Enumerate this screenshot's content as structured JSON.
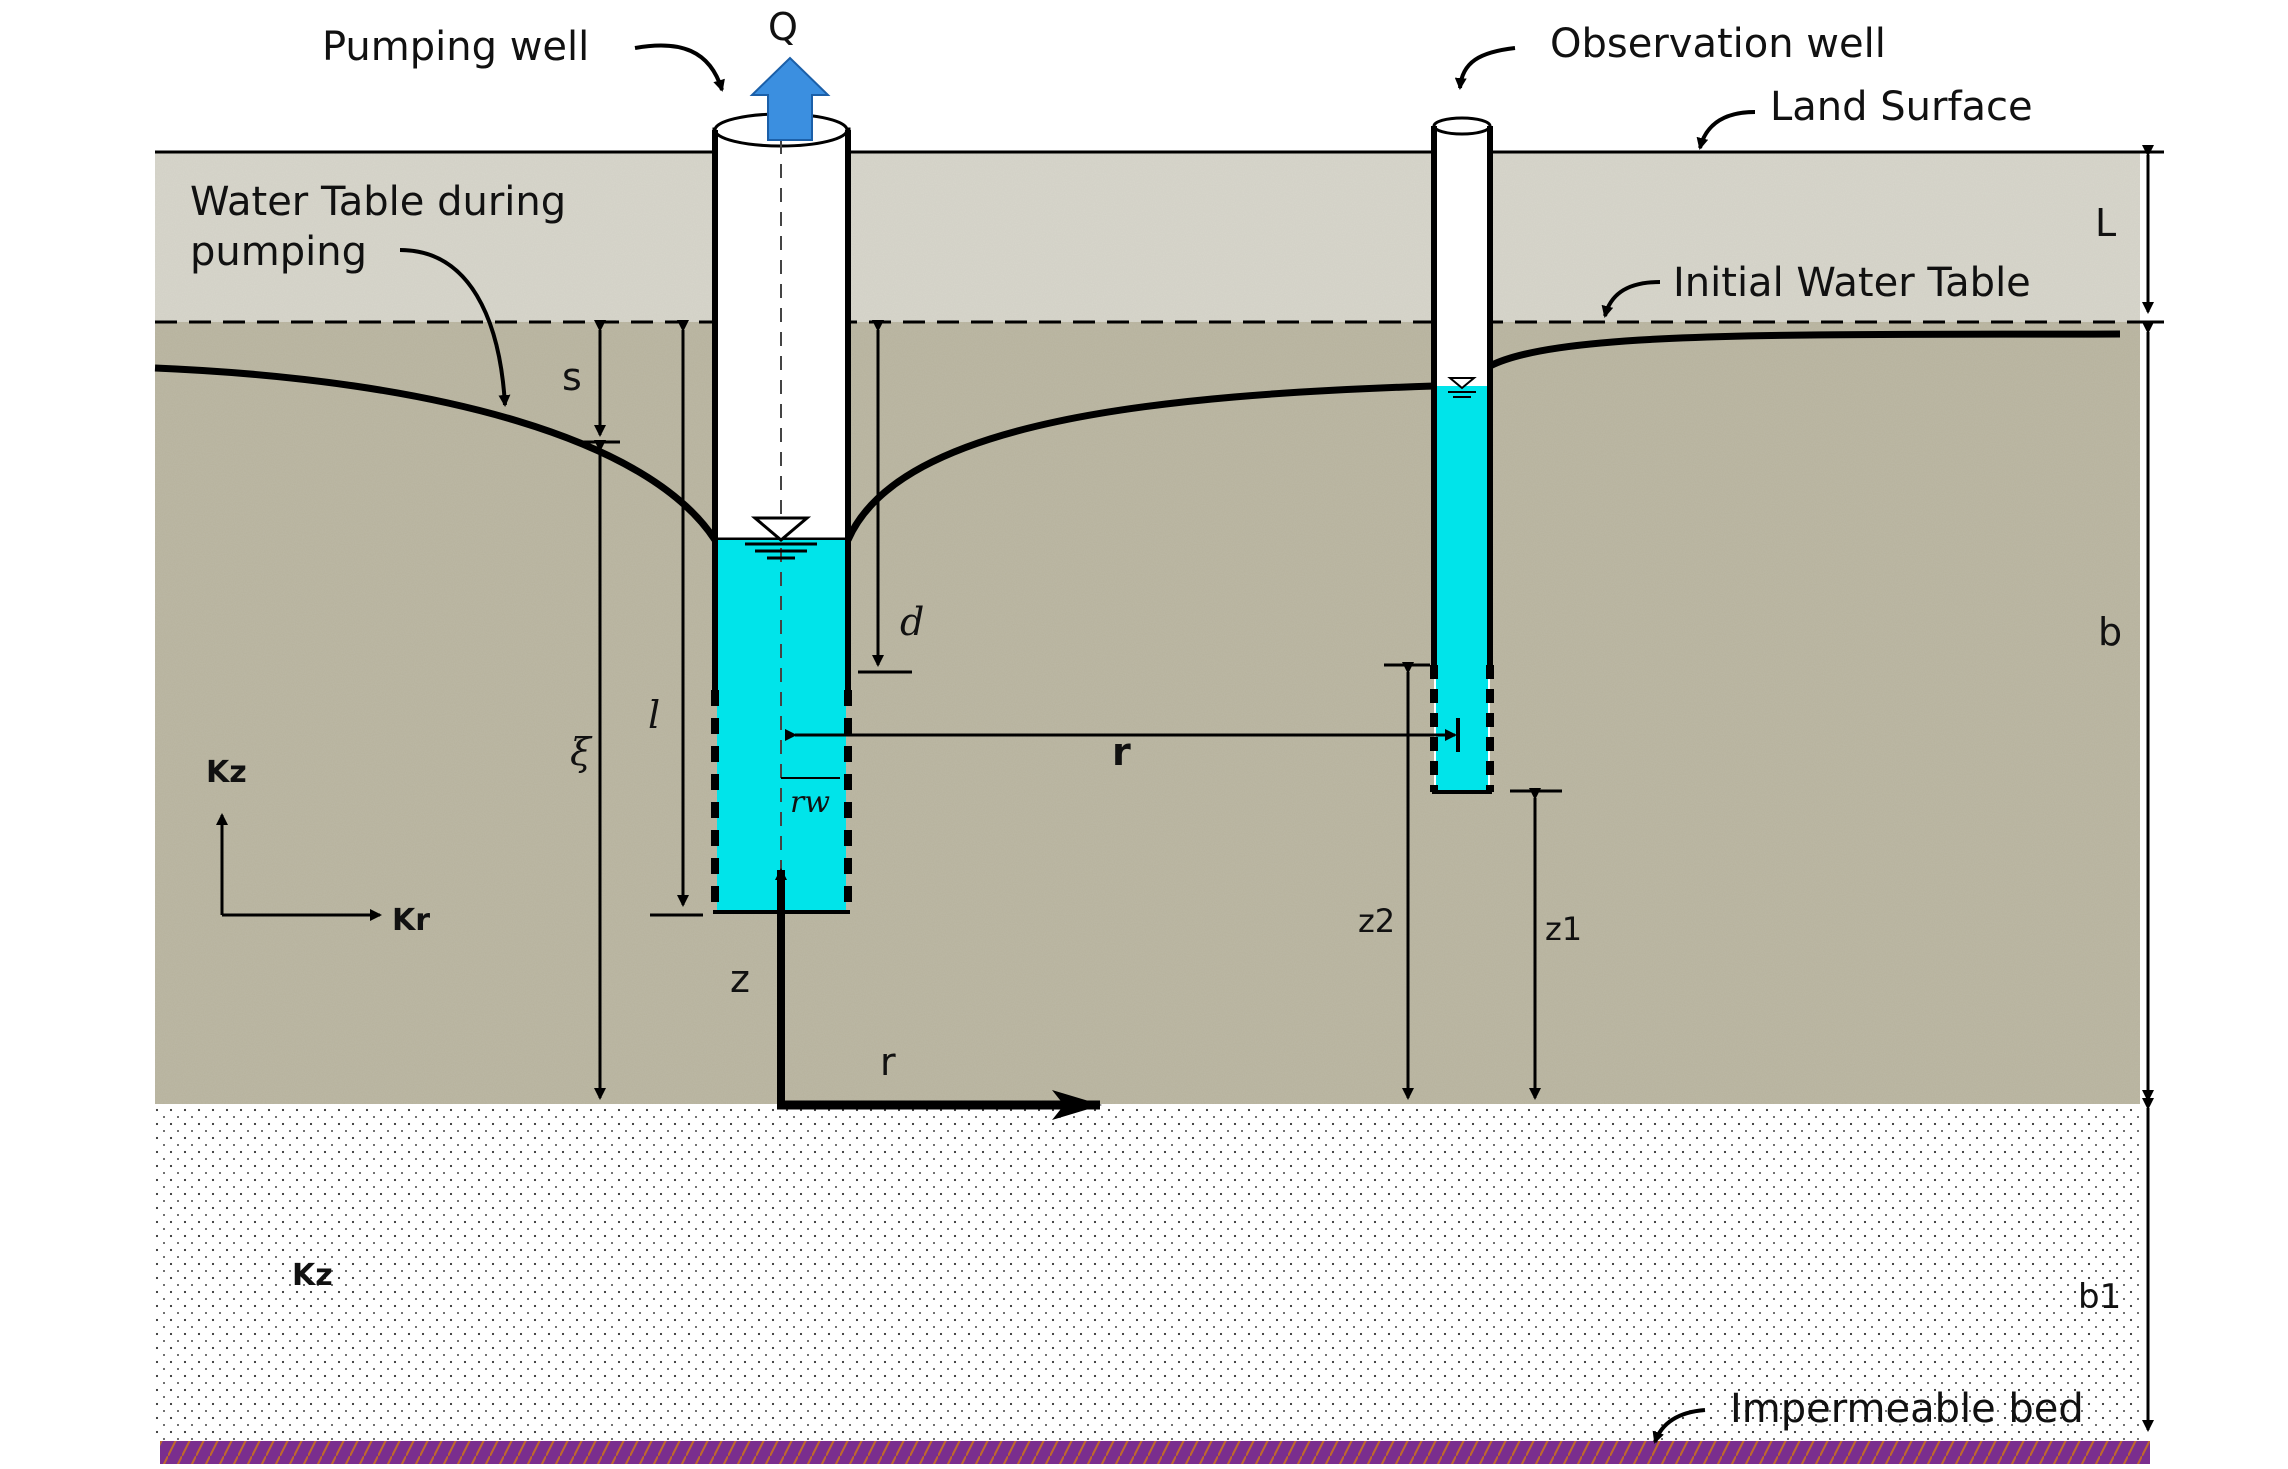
{
  "labels": {
    "pumping_well": "Pumping well",
    "observation_well": "Observation well",
    "land_surface": "Land Surface",
    "water_table_pumping_line1": "Water Table during",
    "water_table_pumping_line2": "pumping",
    "initial_water_table": "Initial Water Table",
    "impermeable_bed": "Impermeable bed"
  },
  "symbols": {
    "Q": "Q",
    "L": "L",
    "s": "s",
    "d": "d",
    "l": "l",
    "xi": "ξ",
    "r_distance": "r",
    "rw": "rw",
    "Kz_axis": "Kz",
    "Kr_axis": "Kr",
    "z_axis": "z",
    "r_axis": "r",
    "z2": "z2",
    "z1": "z1",
    "b": "b",
    "b1": "b1",
    "Kz_lower": "Kz"
  },
  "colors": {
    "water": "#00e4ea",
    "flow_arrow": "#3b8fe0",
    "aquifer": "#b7b29c",
    "unsaturated": "#d8d6cc",
    "lower_layer": "#ffffff",
    "impermeable": "#7a2e8e",
    "outline": "#000000"
  }
}
